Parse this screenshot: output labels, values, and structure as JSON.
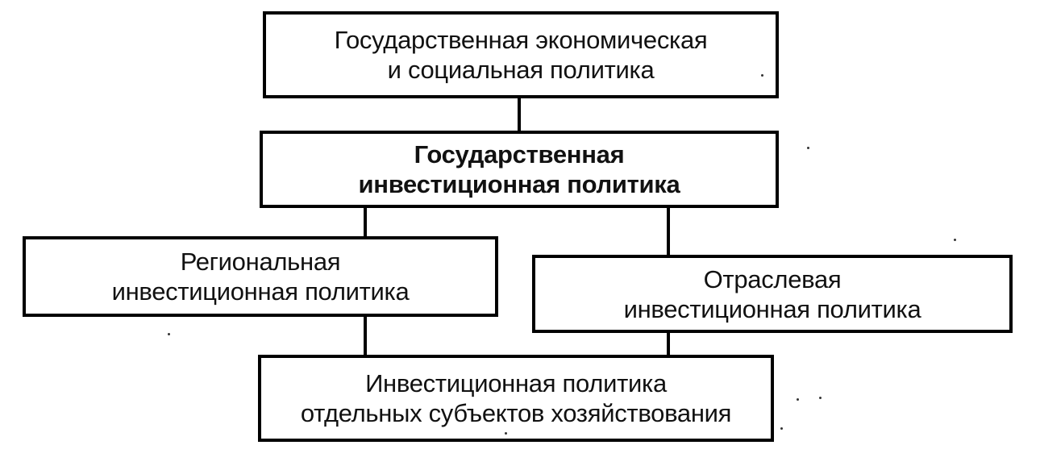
{
  "diagram": {
    "nodes": {
      "top": {
        "lines": [
          "Государственная экономическая",
          "и социальная политика"
        ]
      },
      "state": {
        "lines": [
          "Государственная",
          "инвестиционная политика"
        ]
      },
      "regional": {
        "lines": [
          "Региональная",
          "инвестиционная политика"
        ]
      },
      "sectoral": {
        "lines": [
          "Отраслевая",
          "инвестиционная политика"
        ]
      },
      "entities": {
        "lines": [
          "Инвестиционная политика",
          "отдельных субъектов хозяйствования"
        ]
      }
    }
  }
}
